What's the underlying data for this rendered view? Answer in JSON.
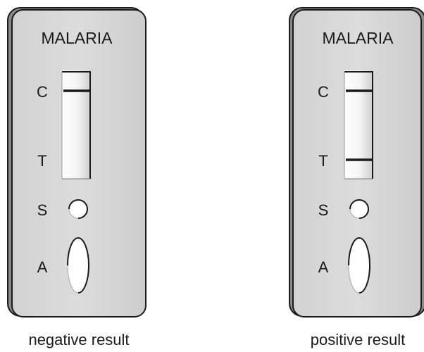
{
  "cassettes": [
    {
      "title": "MALARIA",
      "labels": {
        "control": "C",
        "test": "T",
        "sample": "S",
        "absorbent": "A"
      },
      "caption": "negative result",
      "lines": {
        "control": true,
        "test": false
      }
    },
    {
      "title": "MALARIA",
      "labels": {
        "control": "C",
        "test": "T",
        "sample": "S",
        "absorbent": "A"
      },
      "caption": "positive result",
      "lines": {
        "control": true,
        "test": true
      }
    }
  ]
}
